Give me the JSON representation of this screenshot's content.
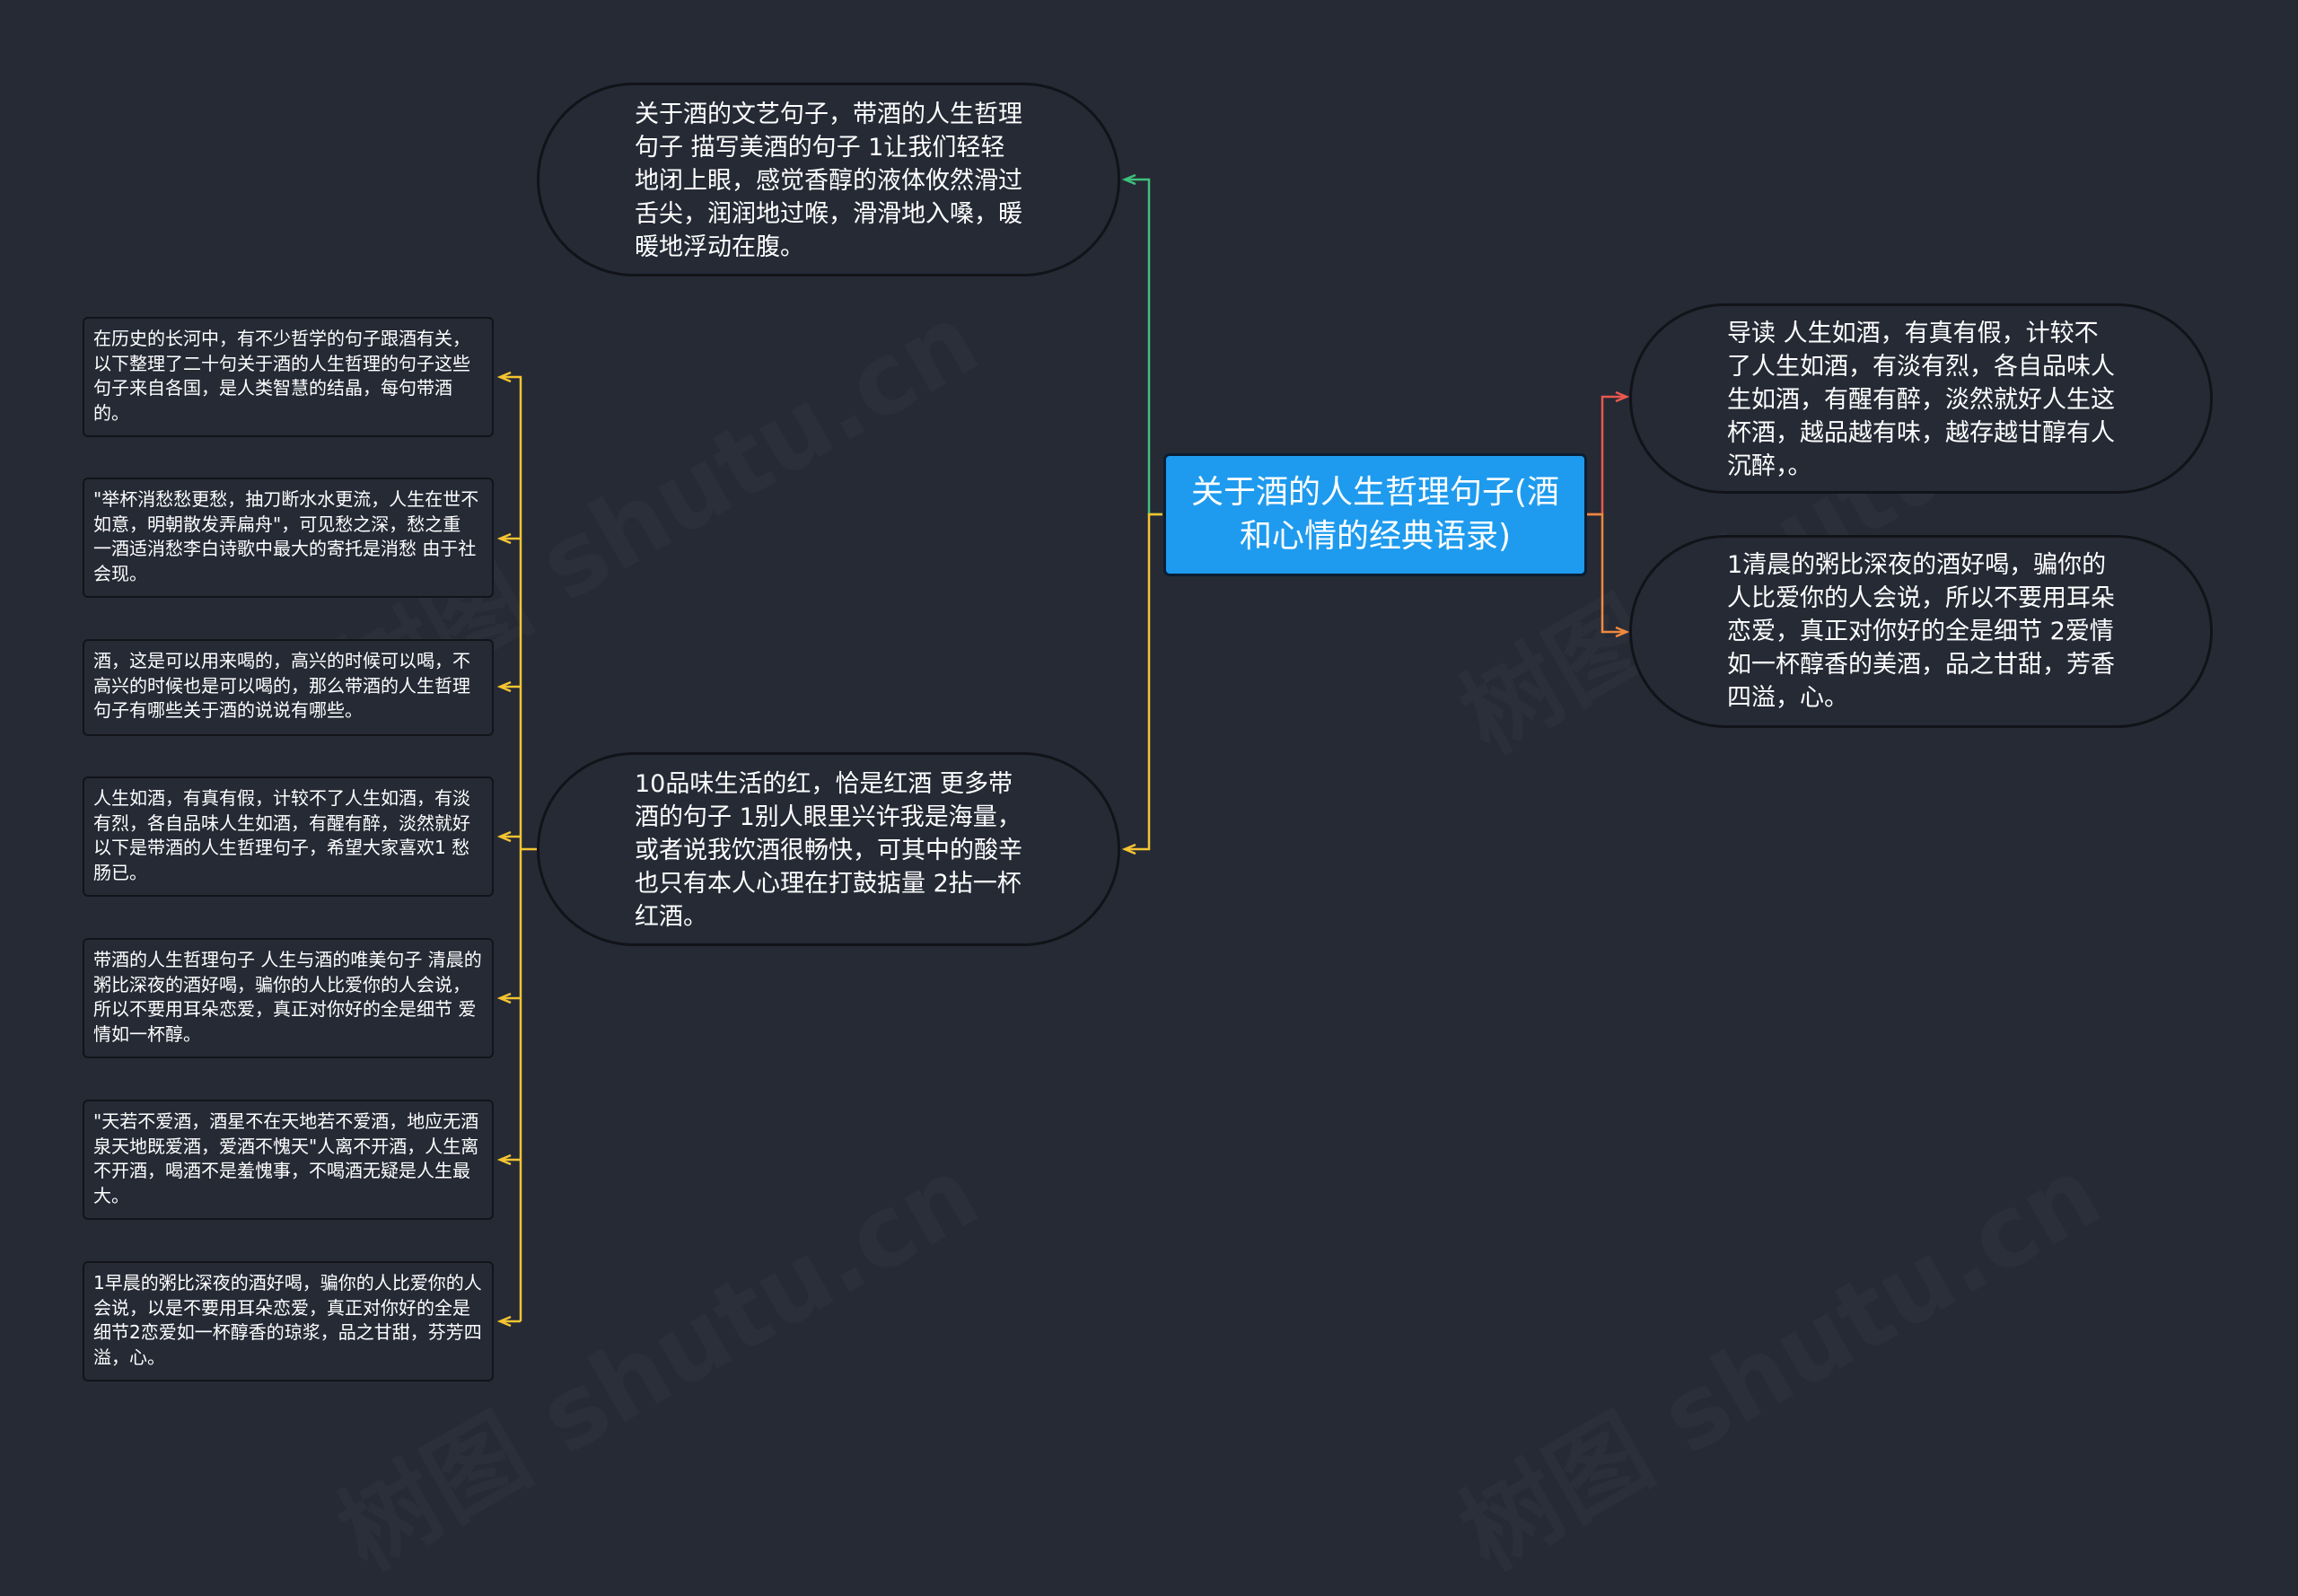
{
  "root": {
    "label": "关于酒的人生哲理句子(酒和心情的经典语录)"
  },
  "upper_branch": {
    "text": "关于酒的文艺句子，带酒的人生哲理句子 描写美酒的句子 1让我们轻轻地闭上眼，感觉香醇的液体攸然滑过舌尖，润润地过喉，滑滑地入嗓，暖暖地浮动在腹。"
  },
  "lower_branch": {
    "text": "10品味生活的红，恰是红酒 更多带酒的句子 1别人眼里兴许我是海量，或者说我饮酒很畅快，可其中的酸辛也只有本人心理在打鼓掂量 2拈一杯红酒。"
  },
  "right_branches": [
    {
      "text": "导读 人生如酒，有真有假，计较不了人生如酒，有淡有烈，各自品味人生如酒，有醒有醉，淡然就好人生这杯酒，越品越有味，越存越甘醇有人沉醉，。"
    },
    {
      "text": "1清晨的粥比深夜的酒好喝，骗你的人比爱你的人会说，所以不要用耳朵恋爱，真正对你好的全是细节 2爱情如一杯醇香的美酒，品之甘甜，芳香四溢，心。"
    }
  ],
  "leaves": [
    {
      "text": "在历史的长河中，有不少哲学的句子跟酒有关，以下整理了二十句关于酒的人生哲理的句子这些句子来自各国，是人类智慧的结晶，每句带酒的。"
    },
    {
      "text": "\"举杯消愁愁更愁，抽刀断水水更流，人生在世不如意，明朝散发弄扁舟\"，可见愁之深，愁之重 一酒适消愁李白诗歌中最大的寄托是消愁 由于社会现。"
    },
    {
      "text": "酒，这是可以用来喝的，高兴的时候可以喝，不高兴的时候也是可以喝的，那么带酒的人生哲理句子有哪些关于酒的说说有哪些。"
    },
    {
      "text": "人生如酒，有真有假，计较不了人生如酒，有淡有烈，各自品味人生如酒，有醒有醉，淡然就好以下是带酒的人生哲理句子，希望大家喜欢1 愁肠已。"
    },
    {
      "text": "带酒的人生哲理句子 人生与酒的唯美句子 清晨的粥比深夜的酒好喝，骗你的人比爱你的人会说，所以不要用耳朵恋爱，真正对你好的全是细节 爱情如一杯醇。"
    },
    {
      "text": "\"天若不爱酒，酒星不在天地若不爱酒，地应无酒泉天地既爱酒，爱酒不愧天\"人离不开酒，人生离不开酒，喝酒不是羞愧事，不喝酒无疑是人生最大。"
    },
    {
      "text": "1早晨的粥比深夜的酒好喝，骗你的人比爱你的人会说，以是不要用耳朵恋爱，真正对你好的全是细节2恋爱如一杯醇香的琼浆，品之甘甜，芬芳四溢，心。"
    }
  ],
  "connector_colors": {
    "upper": "#3fc07a",
    "lower": "#f5c431",
    "right_top": "#e8584f",
    "right_bottom": "#f0883e"
  }
}
